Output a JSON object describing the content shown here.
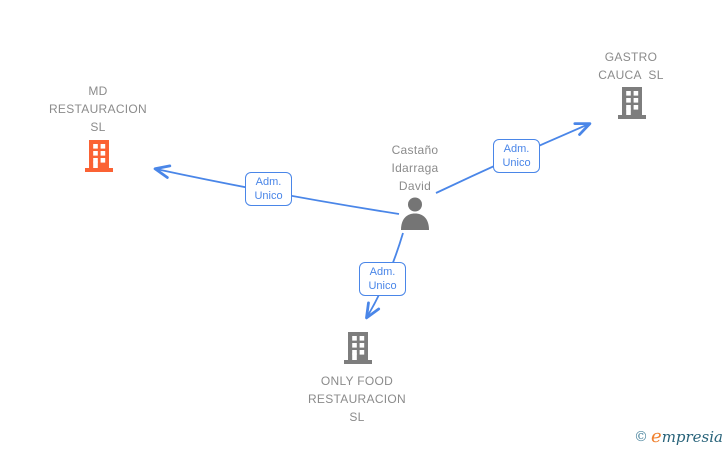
{
  "diagram": {
    "person": {
      "name": "Castaño Idarraga David",
      "lines": "Castaño\nIdarraga\nDavid"
    },
    "companies": {
      "md_restauracion": {
        "name": "MD RESTAURACION SL",
        "lines": "MD\nRESTAURACION\nSL",
        "icon_color": "#fb6234"
      },
      "gastro_cauca": {
        "name": "GASTRO CAUCA SL",
        "lines": "GASTRO\nCAUCA  SL",
        "icon_color": "#7d7d7d"
      },
      "only_food": {
        "name": "ONLY FOOD RESTAURACION SL",
        "lines": "ONLY FOOD\nRESTAURACION\nSL",
        "icon_color": "#7d7d7d"
      }
    },
    "edges": {
      "to_md_restauracion": {
        "label": "Adm.\nUnico"
      },
      "to_gastro_cauca": {
        "label": "Adm.\nUnico"
      },
      "to_only_food": {
        "label": "Adm.\nUnico"
      }
    },
    "colors": {
      "edge_blue": "#4a86e8",
      "label_gray": "#8b8b8b",
      "icon_gray": "#7d7d7d",
      "icon_orange": "#fb6234"
    }
  },
  "watermark": {
    "copyright": "©",
    "brand_first_letter": "e",
    "brand_rest": "mpresia"
  }
}
